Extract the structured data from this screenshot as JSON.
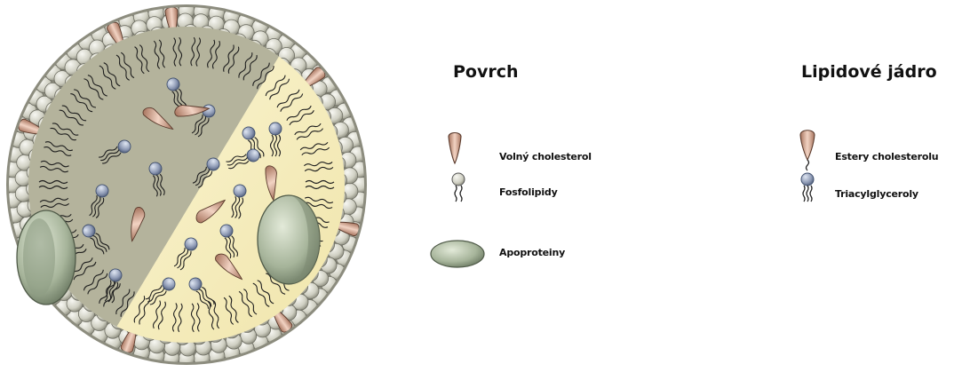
{
  "legend": {
    "surface": {
      "heading": "Povrch",
      "items": [
        {
          "label": "Volný cholesterol",
          "icon": "free-cholesterol-icon"
        },
        {
          "label": "Fosfolipidy",
          "icon": "phospholipid-icon"
        },
        {
          "label": "Apoproteiny",
          "icon": "apoprotein-icon"
        }
      ]
    },
    "core": {
      "heading": "Lipidové jádro",
      "items": [
        {
          "label": "Estery cholesterolu",
          "icon": "cholesterol-ester-icon"
        },
        {
          "label": "Triacylglyceroly",
          "icon": "triacylglycerol-icon"
        }
      ]
    }
  },
  "colors": {
    "phospholipid_head": "#d9d9cc",
    "core_gray": "#bcbba6",
    "core_yellow": "#f6efc0",
    "cholesterol": "#d9a98f",
    "apoprotein": "#9fae94",
    "triacylglycerol_head": "#8f9db8"
  }
}
